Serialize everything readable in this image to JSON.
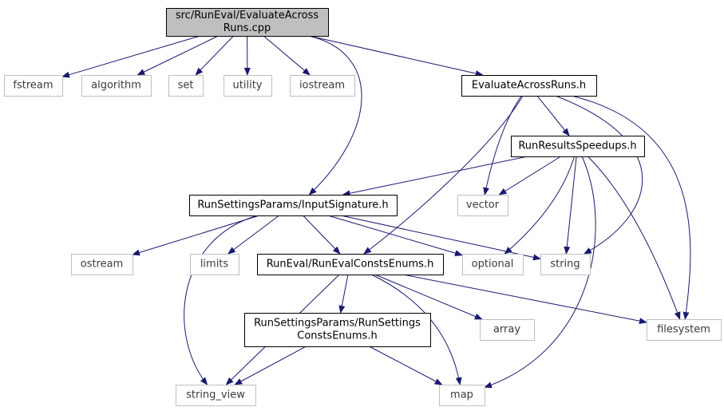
{
  "diagram": {
    "nodes": [
      {
        "id": "root",
        "lines": [
          "src/RunEval/EvaluateAcross",
          "Runs.cpp"
        ],
        "kind": "root"
      },
      {
        "id": "fstream",
        "lines": [
          "fstream"
        ],
        "kind": "system"
      },
      {
        "id": "algorithm",
        "lines": [
          "algorithm"
        ],
        "kind": "system"
      },
      {
        "id": "set",
        "lines": [
          "set"
        ],
        "kind": "system"
      },
      {
        "id": "utility",
        "lines": [
          "utility"
        ],
        "kind": "system"
      },
      {
        "id": "iostream",
        "lines": [
          "iostream"
        ],
        "kind": "system"
      },
      {
        "id": "evalh",
        "lines": [
          "EvaluateAcrossRuns.h"
        ],
        "kind": "project"
      },
      {
        "id": "speedups",
        "lines": [
          "RunResultsSpeedups.h"
        ],
        "kind": "project"
      },
      {
        "id": "inputsig",
        "lines": [
          "RunSettingsParams/InputSignature.h"
        ],
        "kind": "project"
      },
      {
        "id": "vector",
        "lines": [
          "vector"
        ],
        "kind": "system"
      },
      {
        "id": "ostream",
        "lines": [
          "ostream"
        ],
        "kind": "system"
      },
      {
        "id": "limits",
        "lines": [
          "limits"
        ],
        "kind": "system"
      },
      {
        "id": "consts",
        "lines": [
          "RunEval/RunEvalConstsEnums.h"
        ],
        "kind": "project"
      },
      {
        "id": "optional",
        "lines": [
          "optional"
        ],
        "kind": "system"
      },
      {
        "id": "string",
        "lines": [
          "string"
        ],
        "kind": "system"
      },
      {
        "id": "settingsconsts",
        "lines": [
          "RunSettingsParams/RunSettings",
          "ConstsEnums.h"
        ],
        "kind": "project"
      },
      {
        "id": "array",
        "lines": [
          "array"
        ],
        "kind": "system"
      },
      {
        "id": "filesystem",
        "lines": [
          "filesystem"
        ],
        "kind": "system"
      },
      {
        "id": "string_view",
        "lines": [
          "string_view"
        ],
        "kind": "system"
      },
      {
        "id": "map",
        "lines": [
          "map"
        ],
        "kind": "system"
      }
    ],
    "edges": [
      {
        "from": "root",
        "to": "fstream"
      },
      {
        "from": "root",
        "to": "algorithm"
      },
      {
        "from": "root",
        "to": "set"
      },
      {
        "from": "root",
        "to": "utility"
      },
      {
        "from": "root",
        "to": "iostream"
      },
      {
        "from": "root",
        "to": "inputsig"
      },
      {
        "from": "root",
        "to": "evalh"
      },
      {
        "from": "evalh",
        "to": "speedups"
      },
      {
        "from": "evalh",
        "to": "vector"
      },
      {
        "from": "evalh",
        "to": "consts"
      },
      {
        "from": "evalh",
        "to": "string"
      },
      {
        "from": "evalh",
        "to": "filesystem"
      },
      {
        "from": "speedups",
        "to": "inputsig"
      },
      {
        "from": "speedups",
        "to": "vector"
      },
      {
        "from": "speedups",
        "to": "optional"
      },
      {
        "from": "speedups",
        "to": "string"
      },
      {
        "from": "speedups",
        "to": "filesystem"
      },
      {
        "from": "speedups",
        "to": "map"
      },
      {
        "from": "inputsig",
        "to": "ostream"
      },
      {
        "from": "inputsig",
        "to": "limits"
      },
      {
        "from": "inputsig",
        "to": "consts"
      },
      {
        "from": "inputsig",
        "to": "optional"
      },
      {
        "from": "inputsig",
        "to": "string"
      },
      {
        "from": "inputsig",
        "to": "string_view"
      },
      {
        "from": "consts",
        "to": "settingsconsts"
      },
      {
        "from": "consts",
        "to": "array"
      },
      {
        "from": "consts",
        "to": "filesystem"
      },
      {
        "from": "consts",
        "to": "string_view"
      },
      {
        "from": "consts",
        "to": "map"
      },
      {
        "from": "settingsconsts",
        "to": "string_view"
      },
      {
        "from": "settingsconsts",
        "to": "map"
      }
    ]
  },
  "colors": {
    "edge": "#191970",
    "root_fill": "#bfbfbf",
    "root_border": "#000000",
    "project_fill": "#ffffff",
    "project_border": "#000000",
    "system_fill": "#ffffff",
    "system_border": "#bfbfbf"
  }
}
